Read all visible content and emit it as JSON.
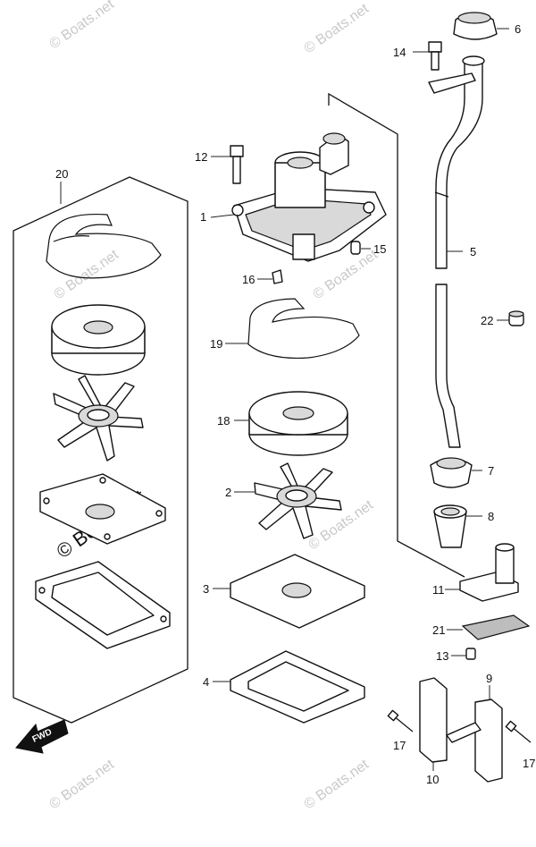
{
  "labels": {
    "p1": "1",
    "p2": "2",
    "p3": "3",
    "p4": "4",
    "p5": "5",
    "p6": "6",
    "p7": "7",
    "p8": "8",
    "p9": "9",
    "p10": "10",
    "p11": "11",
    "p12": "12",
    "p13": "13",
    "p14": "14",
    "p15": "15",
    "p16": "16",
    "p17a": "17",
    "p17b": "17",
    "p18": "18",
    "p19": "19",
    "p20": "20",
    "p21": "21",
    "p22": "22"
  },
  "watermark": {
    "small": "© Boats.net",
    "large": "© Boats.net"
  },
  "fwd_badge": "FWD"
}
